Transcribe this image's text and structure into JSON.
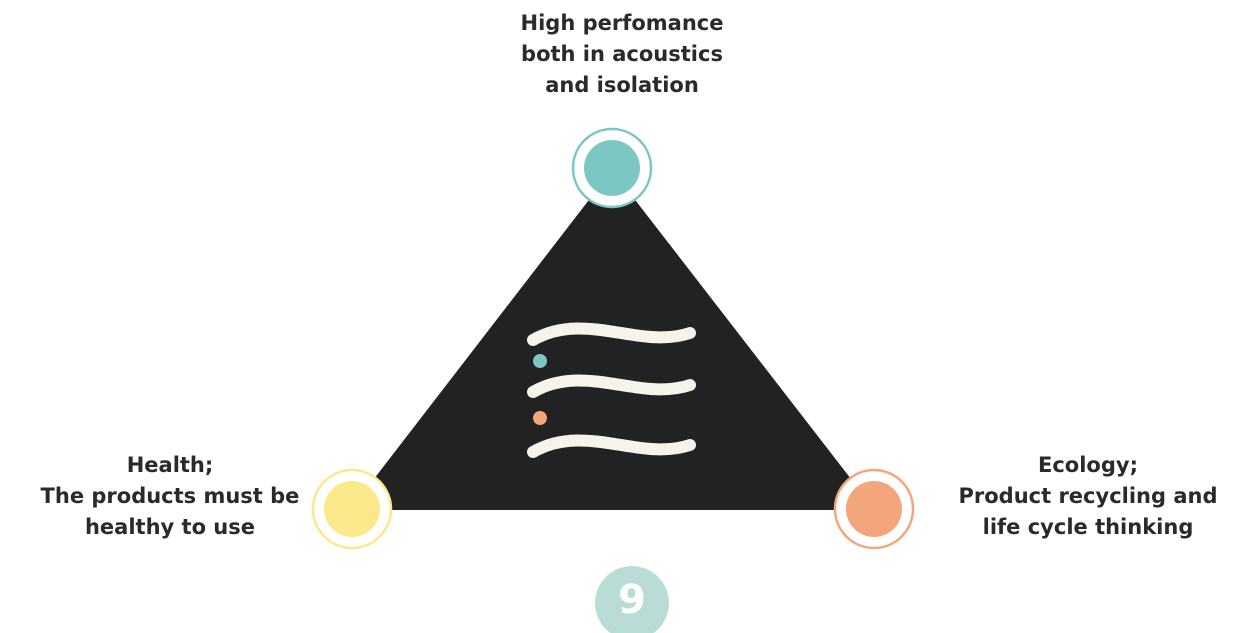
{
  "pillars": {
    "top": {
      "lines": [
        "High perfomance",
        "both in acoustics",
        "and isolation"
      ],
      "color": "#7ac7c3"
    },
    "left": {
      "lines": [
        "Health;",
        "The products must be",
        "healthy to use"
      ],
      "color": "#fbe88a"
    },
    "right": {
      "lines": [
        "Ecology;",
        "Product recycling and",
        "life cycle thinking"
      ],
      "color": "#f3a57c"
    }
  },
  "triangle_color": "#222222",
  "logo": {
    "icon": "wave-lines-icon",
    "line_color": "#f6f3ea",
    "dot_colors": [
      "#7ac7c3",
      "#f3a57c"
    ]
  },
  "page_number": "9",
  "page_badge_color": "#b9ddd6"
}
